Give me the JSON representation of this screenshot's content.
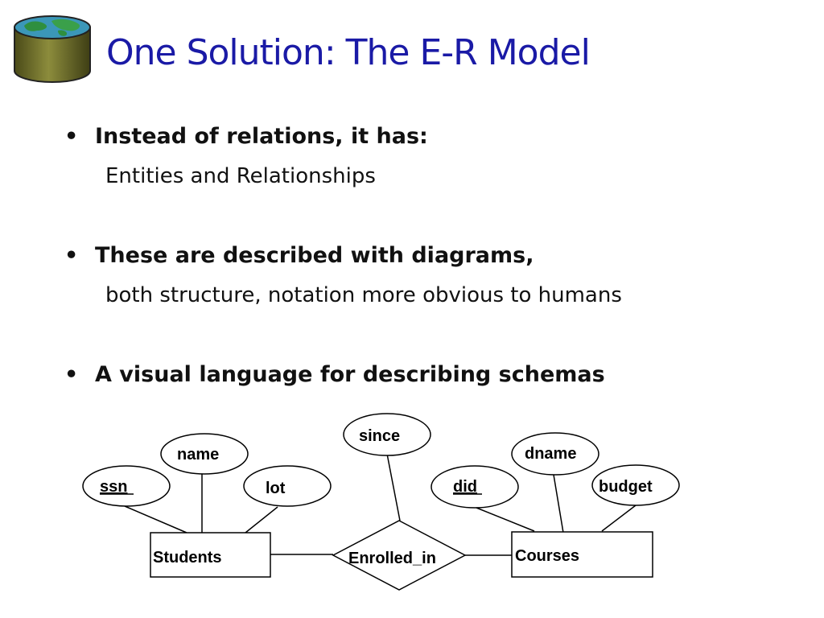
{
  "slide": {
    "title": "One Solution: The E-R Model",
    "bullets": [
      {
        "text": "Instead of relations, it has:",
        "sub": "Entities and Relationships"
      },
      {
        "text": "These are described with diagrams,",
        "sub": "both structure, notation more obvious to humans"
      },
      {
        "text": "A visual language for describing schemas",
        "sub": ""
      }
    ],
    "bullet_glyph": "•"
  },
  "diagram": {
    "entities": {
      "students": "Students",
      "courses": "Courses"
    },
    "relationship": "Enrolled_in",
    "attributes": {
      "ssn": "ssn",
      "name": "name",
      "lot": "lot",
      "since": "since",
      "did": "did",
      "dname": "dname",
      "budget": "budget"
    },
    "key_attributes": [
      "ssn",
      "did"
    ]
  },
  "colors": {
    "title": "#1a1aa6",
    "text": "#111111",
    "db_body": "#6b6b2a",
    "db_top": "#2c8a4a"
  },
  "icon": "database-globe-icon"
}
